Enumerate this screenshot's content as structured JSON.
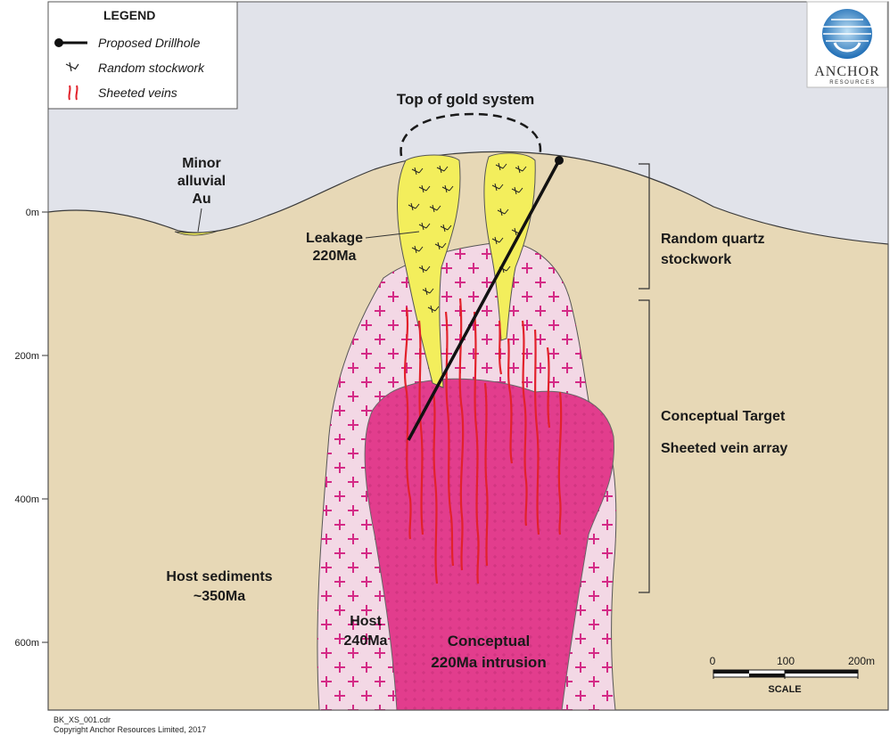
{
  "legend": {
    "title": "LEGEND",
    "items": [
      {
        "label": "Proposed Drillhole",
        "icon": "drillhole-symbol-icon"
      },
      {
        "label": "Random stockwork",
        "icon": "stockwork-symbol-icon"
      },
      {
        "label": "Sheeted veins",
        "icon": "sheeted-veins-symbol-icon"
      }
    ]
  },
  "logo": {
    "word": "ANCHOR",
    "sub": "RESOURCES"
  },
  "depth_axis": {
    "labels": [
      "0m",
      "200m",
      "400m",
      "600m"
    ]
  },
  "labels": {
    "top_gold": "Top of gold system",
    "minor_alluvial": [
      "Minor",
      "alluvial",
      "Au"
    ],
    "leakage": [
      "Leakage",
      "220Ma"
    ],
    "random_quartz": [
      "Random quartz",
      "stockwork"
    ],
    "conceptual_target": "Conceptual Target",
    "sheeted_vein_array": "Sheeted vein array",
    "host_sediments": [
      "Host sediments",
      "~350Ma"
    ],
    "host_240": [
      "Host",
      "240Ma"
    ],
    "intrusion": [
      "Conceptual",
      "220Ma intrusion"
    ]
  },
  "scale_bar": {
    "ticks": [
      "0",
      "100",
      "200m"
    ],
    "title": "SCALE"
  },
  "footer": {
    "file": "BK_XS_001.cdr",
    "copyright": "Copyright Anchor Resources Limited, 2017"
  },
  "colors": {
    "sky": "#e1e3ea",
    "sediment": "#e7d8b6",
    "host240": "#f3d8e5",
    "intrusion": "#e23d8d",
    "leakage": "#f3ee5c",
    "vein": "#e2222b",
    "logo_blue": "#1e6db5"
  }
}
